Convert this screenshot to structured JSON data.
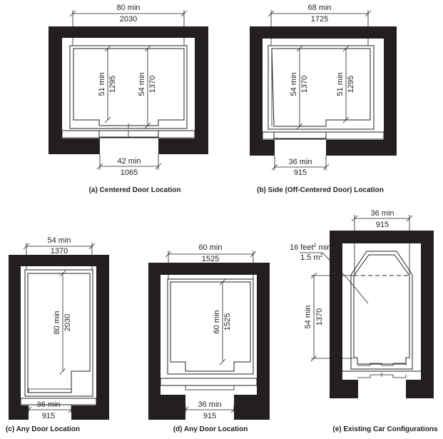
{
  "figures": {
    "a": {
      "caption": "(a) Centered Door Location",
      "width_imperial": "80 min",
      "width_metric": "2030",
      "depth1_imperial": "51 min",
      "depth1_metric": "1295",
      "depth2_imperial": "54 min",
      "depth2_metric": "1370",
      "door_imperial": "42 min",
      "door_metric": "1065"
    },
    "b": {
      "caption": "(b) Side (Off-Centered Door) Location",
      "width_imperial": "68 min",
      "width_metric": "1725",
      "depth1_imperial": "54 min",
      "depth1_metric": "1370",
      "depth2_imperial": "51 min",
      "depth2_metric": "1295",
      "door_imperial": "36 min",
      "door_metric": "915"
    },
    "c": {
      "caption": "(c) Any Door Location",
      "width_imperial": "54 min",
      "width_metric": "1370",
      "depth_imperial": "80 min",
      "depth_metric": "2030",
      "door_imperial": "36 min",
      "door_metric": "915"
    },
    "d": {
      "caption": "(d) Any Door Location",
      "width_imperial": "60 min",
      "width_metric": "1525",
      "depth_imperial": "60 min",
      "depth_metric": "1525",
      "door_imperial": "36 min",
      "door_metric": "915"
    },
    "e": {
      "caption": "(e) Existing Car Configurations",
      "width_imperial": "36 min",
      "width_metric": "915",
      "depth_imperial": "54 min",
      "depth_metric": "1370",
      "area_imperial": "16 feet",
      "area_sup": "2",
      "area_min": " min",
      "area_metric": "1.5 m",
      "area_metric_sup": "2"
    }
  }
}
